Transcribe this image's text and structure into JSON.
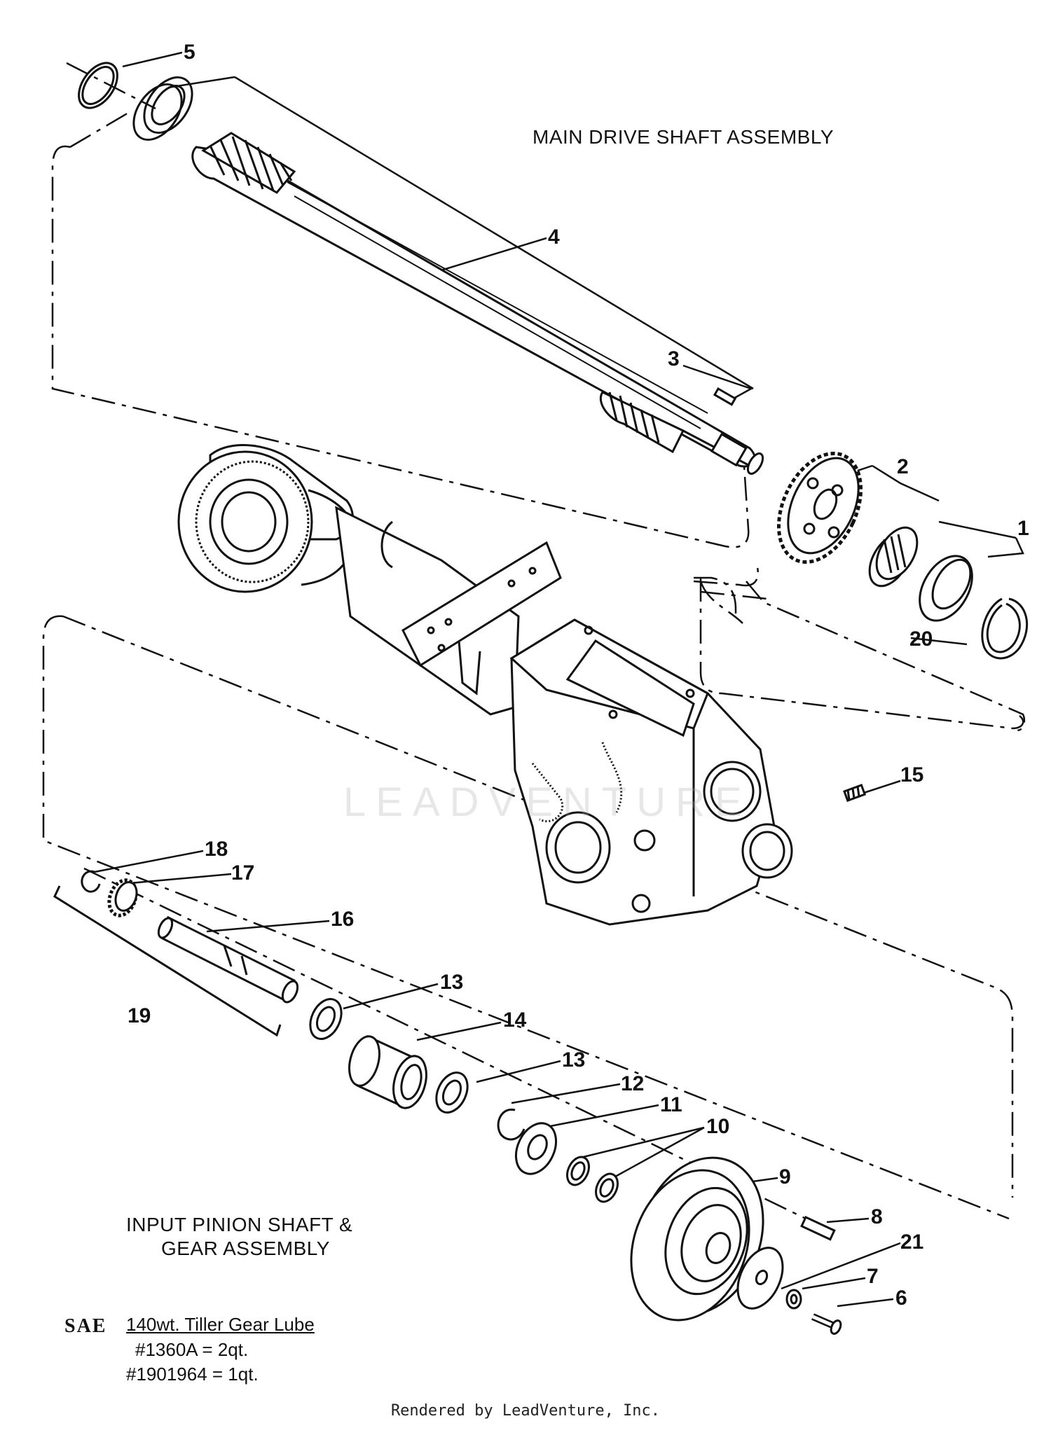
{
  "titles": {
    "main_assembly": "MAIN DRIVE SHAFT ASSEMBLY",
    "input_assembly_line1": "INPUT PINION SHAFT &",
    "input_assembly_line2": "GEAR ASSEMBLY"
  },
  "lube_note": {
    "prefix": "SAE",
    "product": "140wt. Tiller Gear Lube",
    "line1": "#1360A = 2qt.",
    "line2": "#1901964 = 1qt."
  },
  "callouts": {
    "c1": "1",
    "c2": "2",
    "c3": "3",
    "c4": "4",
    "c5": "5",
    "c6": "6",
    "c7": "7",
    "c8": "8",
    "c9": "9",
    "c10": "10",
    "c11": "11",
    "c12": "12",
    "c13a": "13",
    "c13b": "13",
    "c14": "14",
    "c15": "15",
    "c16": "16",
    "c17": "17",
    "c18": "18",
    "c19": "19",
    "c20": "20",
    "c21": "21"
  },
  "watermark": "LEADVENTURE",
  "footer": "Rendered by LeadVenture, Inc.",
  "colors": {
    "ink": "#111111",
    "background": "#ffffff"
  }
}
